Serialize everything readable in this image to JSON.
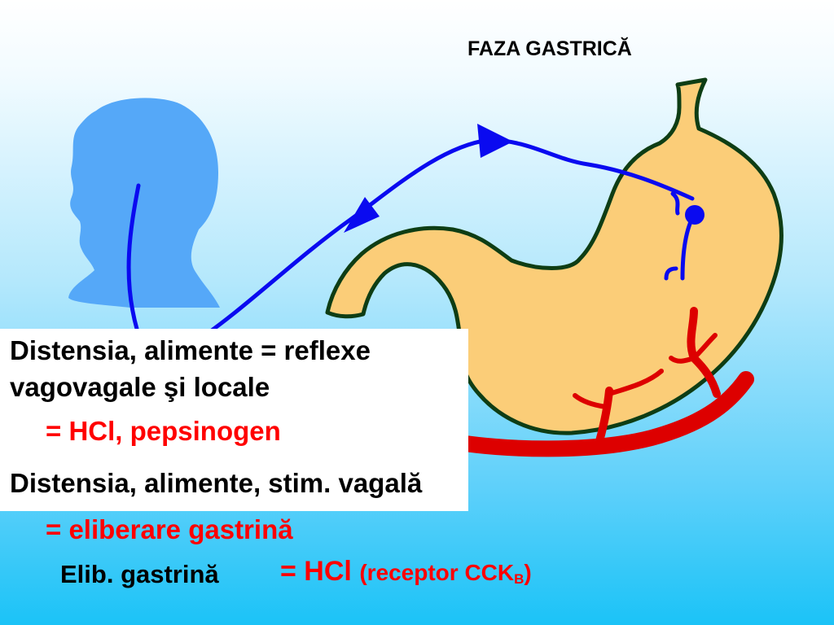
{
  "title": "FAZA GASTRICĂ",
  "colors": {
    "head": "#55a8f8",
    "stomach_fill": "#fbcd78",
    "stomach_outline": "#0e3d14",
    "nerve": "#0a0af0",
    "vessel": "#dd0000",
    "text_black": "#000000",
    "text_red": "#ff0000"
  },
  "icons": [
    "head-silhouette",
    "stomach",
    "blood-vessel",
    "nerve-pathway",
    "arrow-head",
    "receptor-dot"
  ],
  "lines": {
    "line1": "Distensia, alimente  = reflexe",
    "line2": "vagovagale şi locale",
    "line3": "= HCl, pepsinogen",
    "line4": "Distensia, alimente, stim. vagală",
    "line5": "= eliberare gastrină",
    "line6_prefix": "Elib. gastrină",
    "line6_eq": "= HCl",
    "line6_receptor": "(receptor CCK",
    "line6_sub": "B",
    "line6_close": ")"
  }
}
